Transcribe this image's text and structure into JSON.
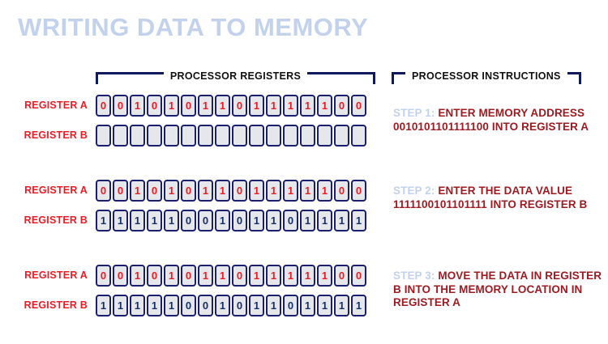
{
  "title": "WRITING DATA TO MEMORY",
  "colors": {
    "title": "#c3d2ec",
    "register_label": "#ee1b24",
    "bit_border": "#1a1f6e",
    "bit_fill": "#e6e7ea",
    "bit_red": "#ee1b24",
    "bit_navy": "#16306b",
    "instruction_text": "#9e1b22",
    "step_tag": "#c3d2ec",
    "bracket": "#0e1a5c",
    "background": "#ffffff"
  },
  "brackets": {
    "registers": "PROCESSOR REGISTERS",
    "instructions": "PROCESSOR INSTRUCTIONS"
  },
  "labels": {
    "register_a": "REGISTER A",
    "register_b": "REGISTER B"
  },
  "groups": [
    {
      "id": "group-1",
      "register_a": "0010101101111100",
      "register_b": "",
      "register_a_color": "red",
      "register_b_color": "blank"
    },
    {
      "id": "group-2",
      "register_a": "0010101101111100",
      "register_b": "1111100101101111",
      "register_a_color": "red",
      "register_b_color": "navy"
    },
    {
      "id": "group-3",
      "register_a": "0010101101111100",
      "register_b": "1111100101101111",
      "register_a_color": "red",
      "register_b_color": "navy"
    }
  ],
  "instructions": [
    {
      "step": "STEP 1:",
      "text": "ENTER MEMORY ADDRESS 0010101101111100 INTO REGISTER A"
    },
    {
      "step": "STEP 2:",
      "text": "ENTER THE DATA VALUE 1111100101101111 INTO REGISTER B"
    },
    {
      "step": "STEP 3:",
      "text": "MOVE THE DATA IN REGISTER B INTO THE MEMORY LOCATION IN REGISTER A"
    }
  ]
}
